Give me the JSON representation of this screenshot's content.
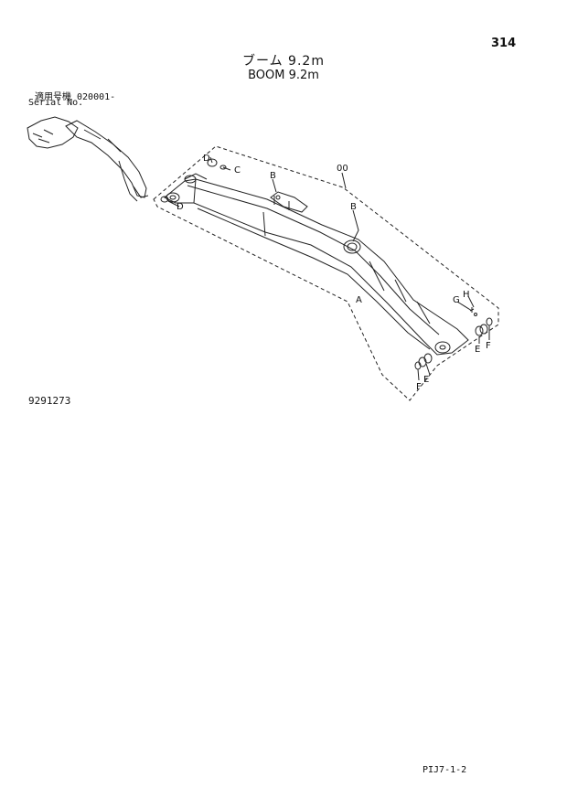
{
  "page_number": "314",
  "title_jp": "ブーム 9.2m",
  "title_en": "BOOM 9.2m",
  "serial_jp": "適用号機 020001-",
  "serial_en": "Serial No.",
  "figure_number": "9291273",
  "footer_code": "PIJ7-1-2",
  "callouts": {
    "assembly": "00",
    "boom": "A",
    "pin_top": "B",
    "pin_mid": "B",
    "c": "C",
    "d_top": "D",
    "d_left": "D",
    "e_left": "E",
    "e_right": "E",
    "f_left": "F",
    "f_right": "F",
    "g": "G",
    "h": "H"
  }
}
